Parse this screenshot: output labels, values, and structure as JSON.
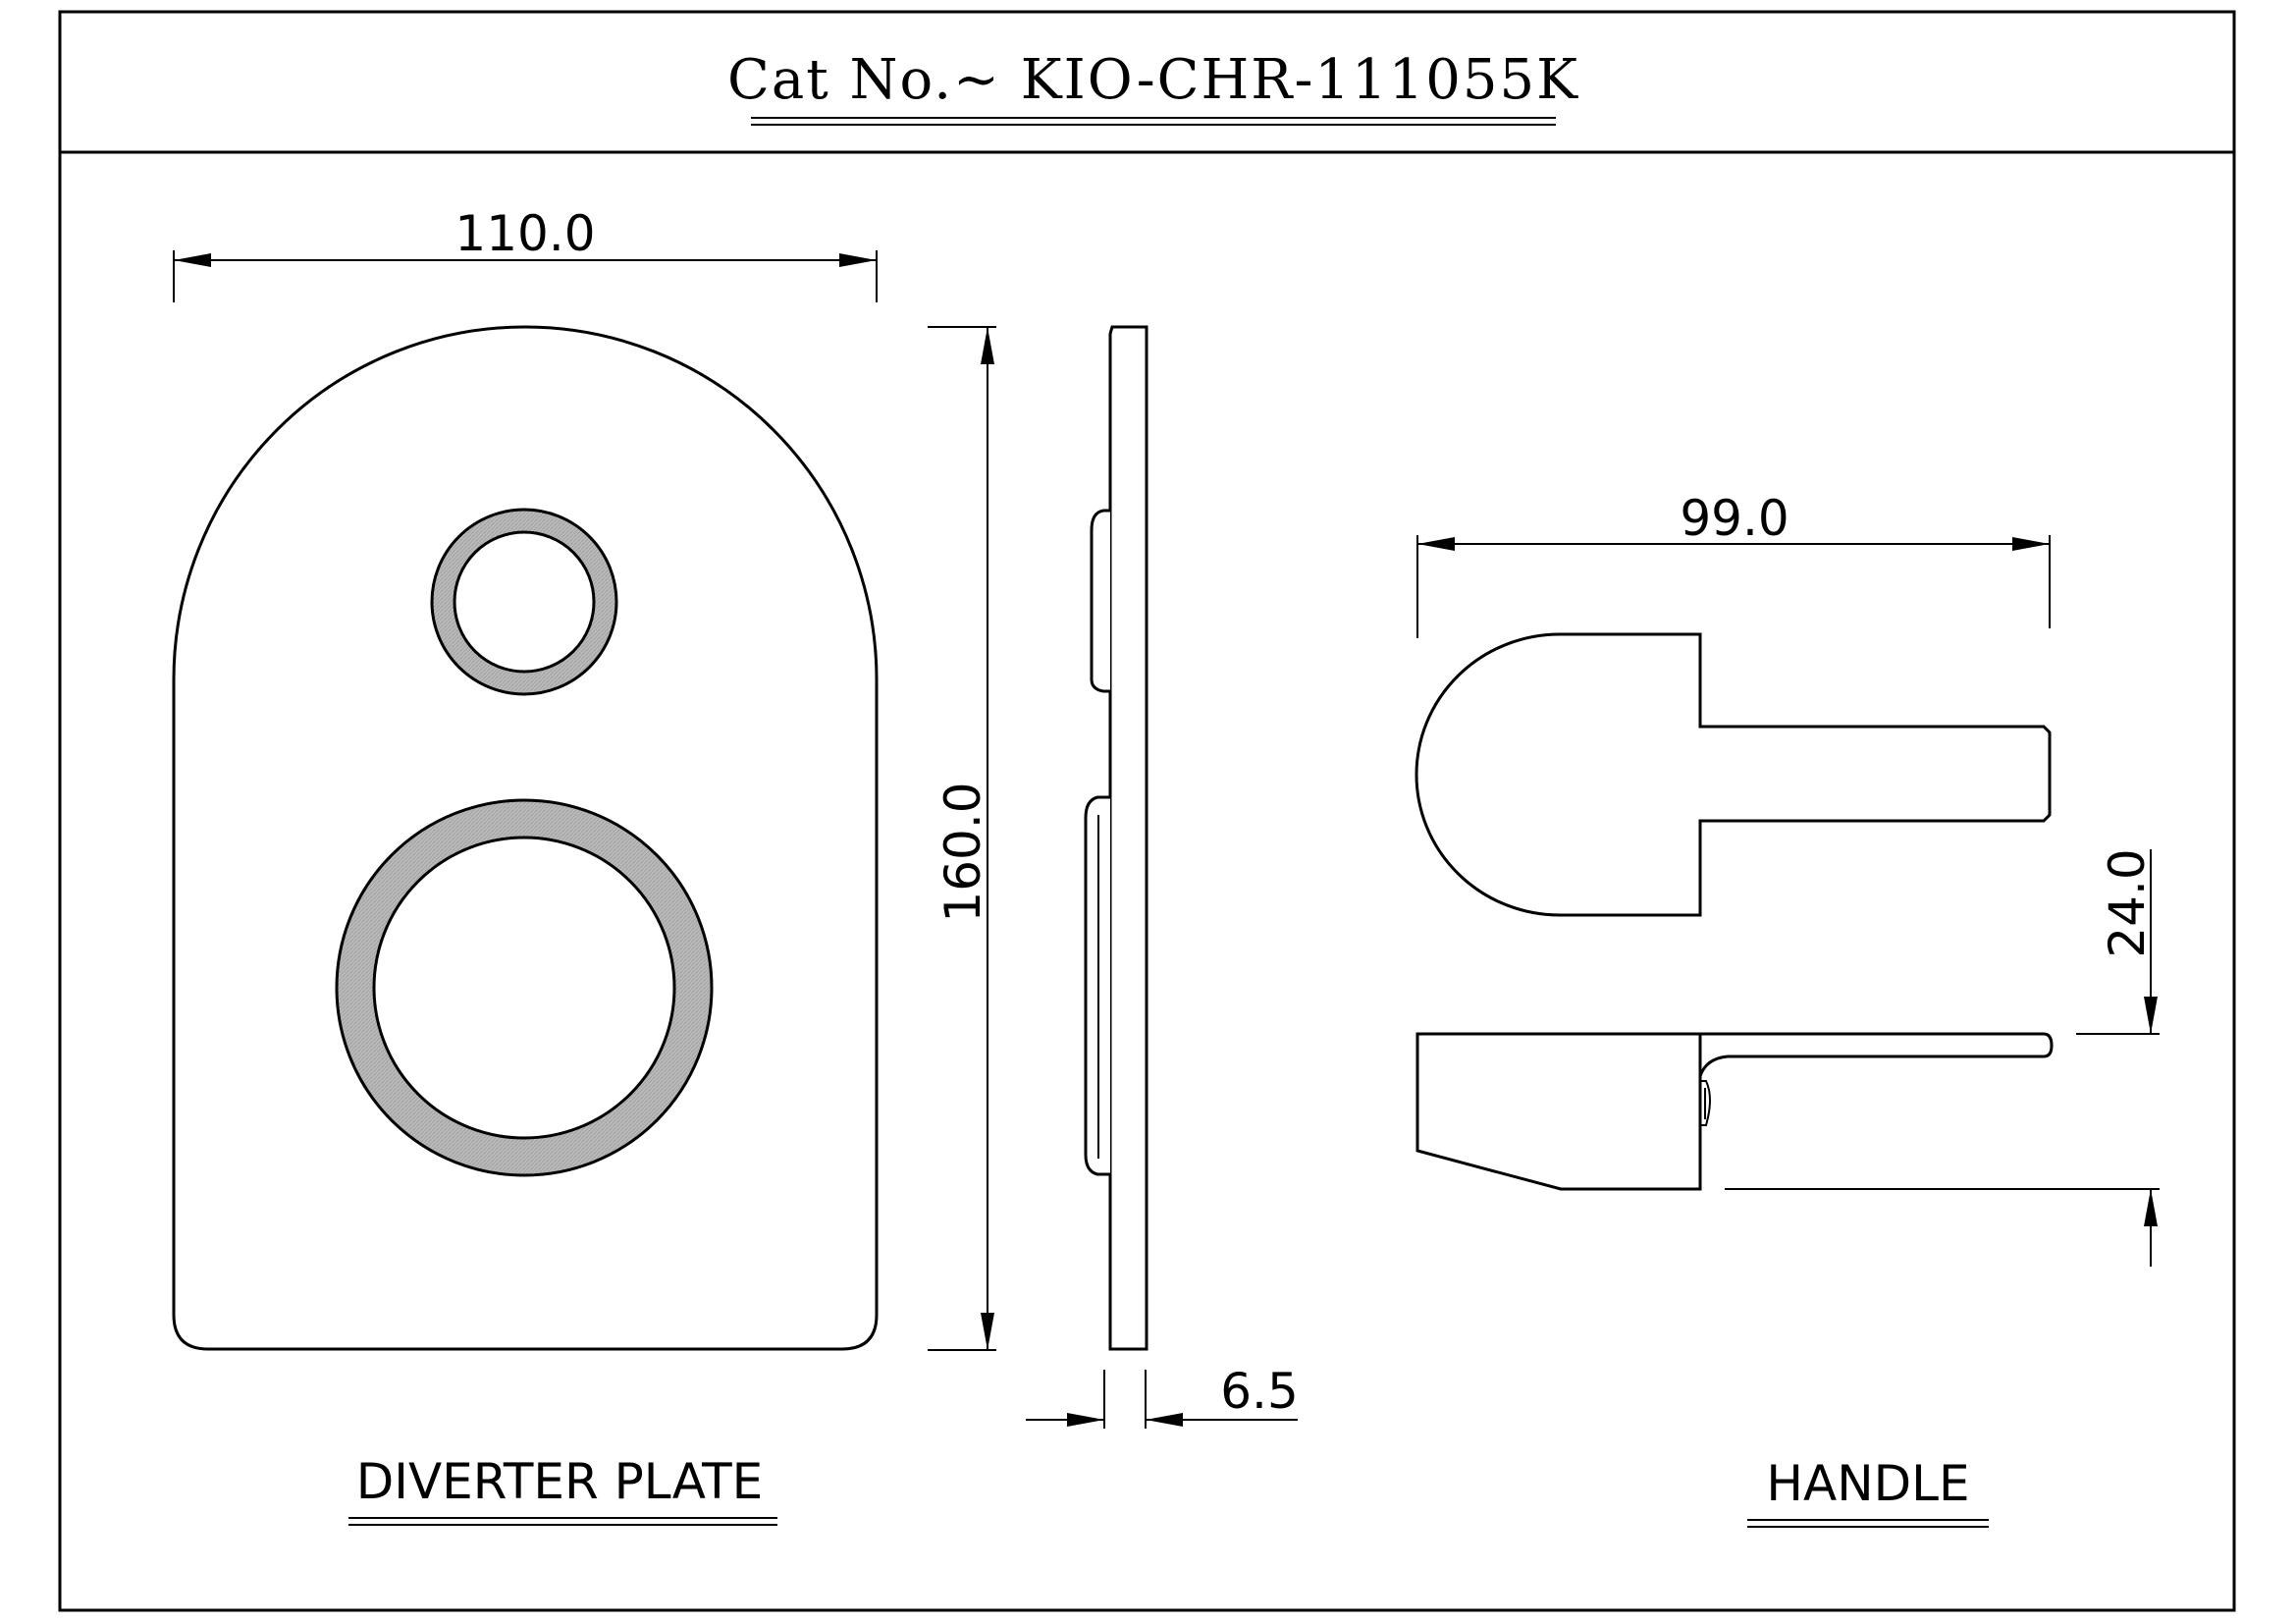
{
  "header": {
    "catalog_label": "Cat No.~ KIO-CHR-111055K"
  },
  "diverter_plate": {
    "label": "DIVERTER PLATE",
    "width_dimension": "110.0",
    "height_dimension": "160.0",
    "thickness_dimension": "6.5"
  },
  "handle": {
    "label": "HANDLE",
    "length_dimension": "99.0",
    "height_dimension": "24.0"
  },
  "colors": {
    "ring_fill": "#b4b4b4",
    "ink": "#000000",
    "background": "#ffffff"
  }
}
